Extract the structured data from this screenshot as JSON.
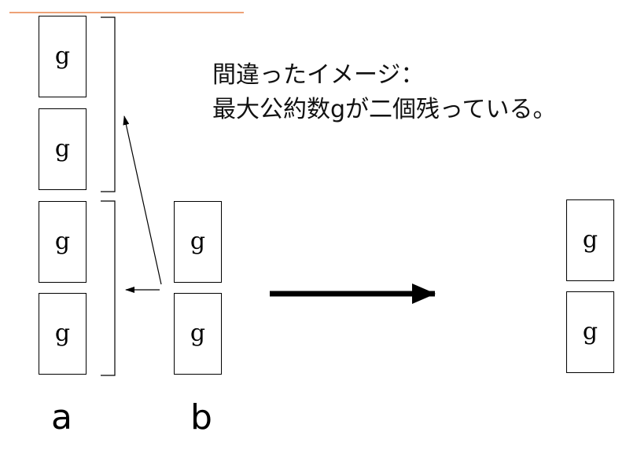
{
  "caption": {
    "line1": "間違ったイメージ：",
    "line2": "最大公約数gが二個残っている。"
  },
  "labels": {
    "a": "a",
    "b": "b"
  },
  "block_label": "g",
  "colors": {
    "accent_line": "#e8834a",
    "stroke": "#000000"
  }
}
